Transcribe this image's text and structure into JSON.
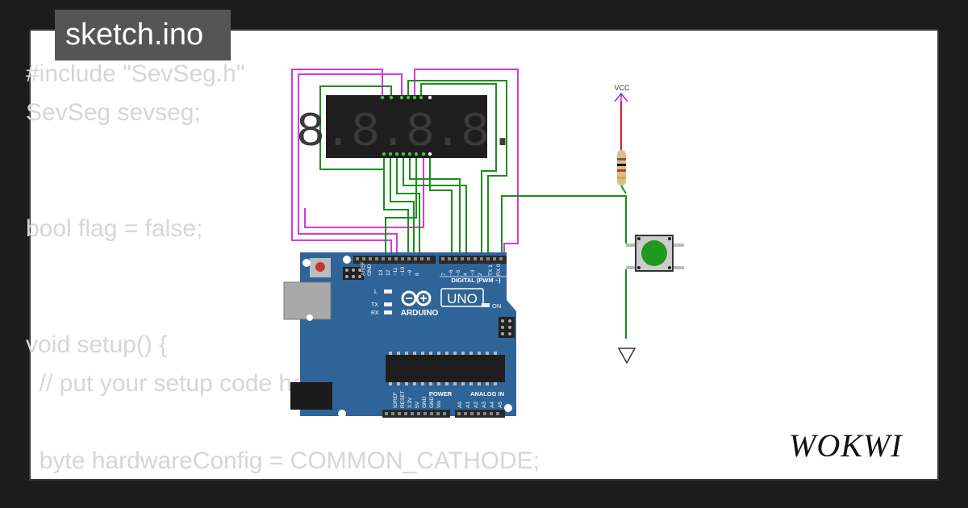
{
  "page": {
    "title": "sketch.ino",
    "brand": "WOKWI",
    "colors": {
      "background": "#1c1c1c",
      "card": "#ffffff",
      "title_box": "#555555",
      "code_text": "#d6d6d6",
      "board_blue": "#2f6499",
      "wire_green": "#1a8f1a",
      "wire_magenta": "#d63ad6",
      "button_green": "#1f9a1f"
    }
  },
  "code": {
    "lines": [
      "#include \"SevSeg.h\"",
      "SevSeg sevseg;",
      "",
      "",
      "bool flag = false;",
      "",
      "",
      "void setup() {",
      "  // put your setup code here, to run once:",
      "",
      "  byte hardwareConfig = COMMON_CATHODE;"
    ]
  },
  "diagram": {
    "display": {
      "digits": "8.8.8.8."
    },
    "vcc_label": "VCC",
    "arduino": {
      "logo_text": "ARDUINO",
      "model": "UNO",
      "digital_label": "DIGITAL (PWM ~)",
      "power_label": "POWER",
      "analog_label": "ANALOG IN",
      "on_label": "ON",
      "led_labels": [
        "L",
        "TX",
        "RX"
      ],
      "top_pins": [
        "AREF",
        "GND",
        "13",
        "12",
        "~11",
        "~10",
        "~9",
        "8",
        "7",
        "~6",
        "~5",
        "4",
        "~3",
        "2",
        "TX 1",
        "RX 0"
      ],
      "power_pins": [
        "IOREF",
        "RESET",
        "3.3V",
        "5V",
        "GND",
        "GND",
        "Vin"
      ],
      "analog_pins": [
        "A0",
        "A1",
        "A2",
        "A3",
        "A4",
        "A5"
      ]
    }
  }
}
